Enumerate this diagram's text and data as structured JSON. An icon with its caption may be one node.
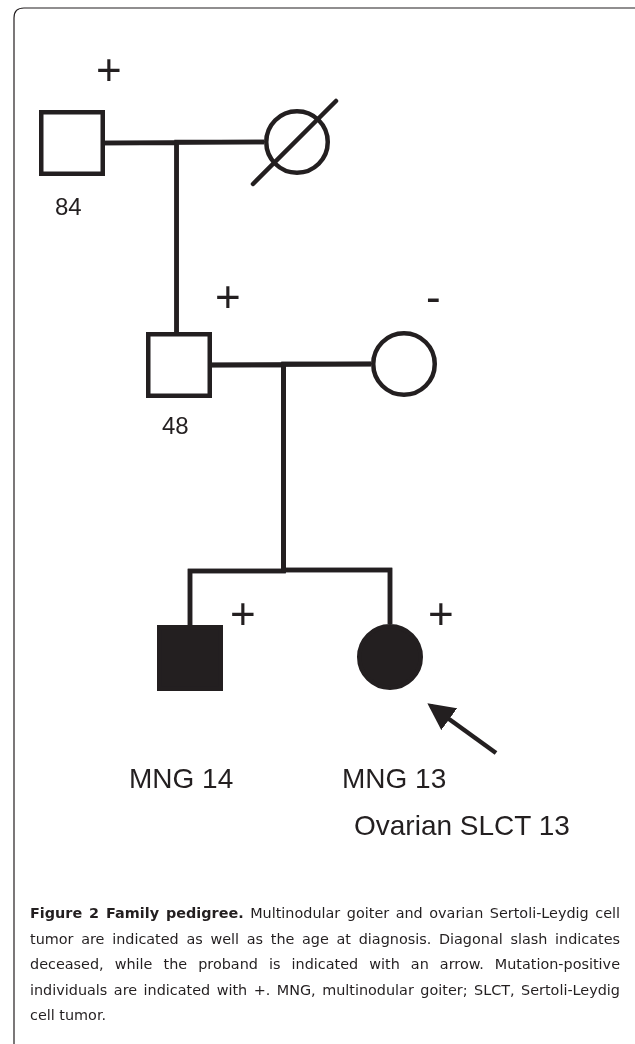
{
  "diagram": {
    "caption": "**Figure 2 Family pedigree.** Multinodular goiter and ovarian Sertoli-Leydig cell tumor are indicated as well as the age at diagnosis. Diagonal slash indicates deceased, while the proband is indicated with an arrow. Mutation-positive individuals are indicated with +. MNG, multinodular goiter; SLCT, Sertoli-Leydig cell tumor.",
    "nodes": [
      {
        "text": [],
        "shape": "box",
        "beside": [
          "+",
          "84"
        ]
      },
      {
        "text": [],
        "shape": "circle"
      },
      {
        "text": [],
        "shape": "box",
        "beside": [
          "+",
          "48"
        ]
      },
      {
        "text": [],
        "shape": "circle",
        "beside": [
          "-"
        ]
      },
      {
        "text": [],
        "shape": "box",
        "beside": [
          "+",
          "MNG 14"
        ]
      },
      {
        "text": [],
        "shape": "circle",
        "beside": [
          "+",
          "MNG 13",
          "Ovarian SLCT 13"
        ]
      }
    ],
    "edges": [
      {
        "from": 0,
        "to": 1,
        "arrow": "none"
      },
      {
        "from": 0,
        "to": 2,
        "arrow": "none"
      },
      {
        "from": 1,
        "to": 2,
        "arrow": "none"
      },
      {
        "from": 2,
        "to": 3,
        "arrow": "none"
      },
      {
        "from": 2,
        "to": 4,
        "arrow": "none"
      },
      {
        "from": 3,
        "to": 4,
        "arrow": "none"
      },
      {
        "from": 2,
        "to": 5,
        "arrow": "none"
      },
      {
        "from": 3,
        "to": 5,
        "arrow": "none"
      },
      {
        "from": null,
        "to": 5,
        "arrow": "to"
      }
    ]
  }
}
